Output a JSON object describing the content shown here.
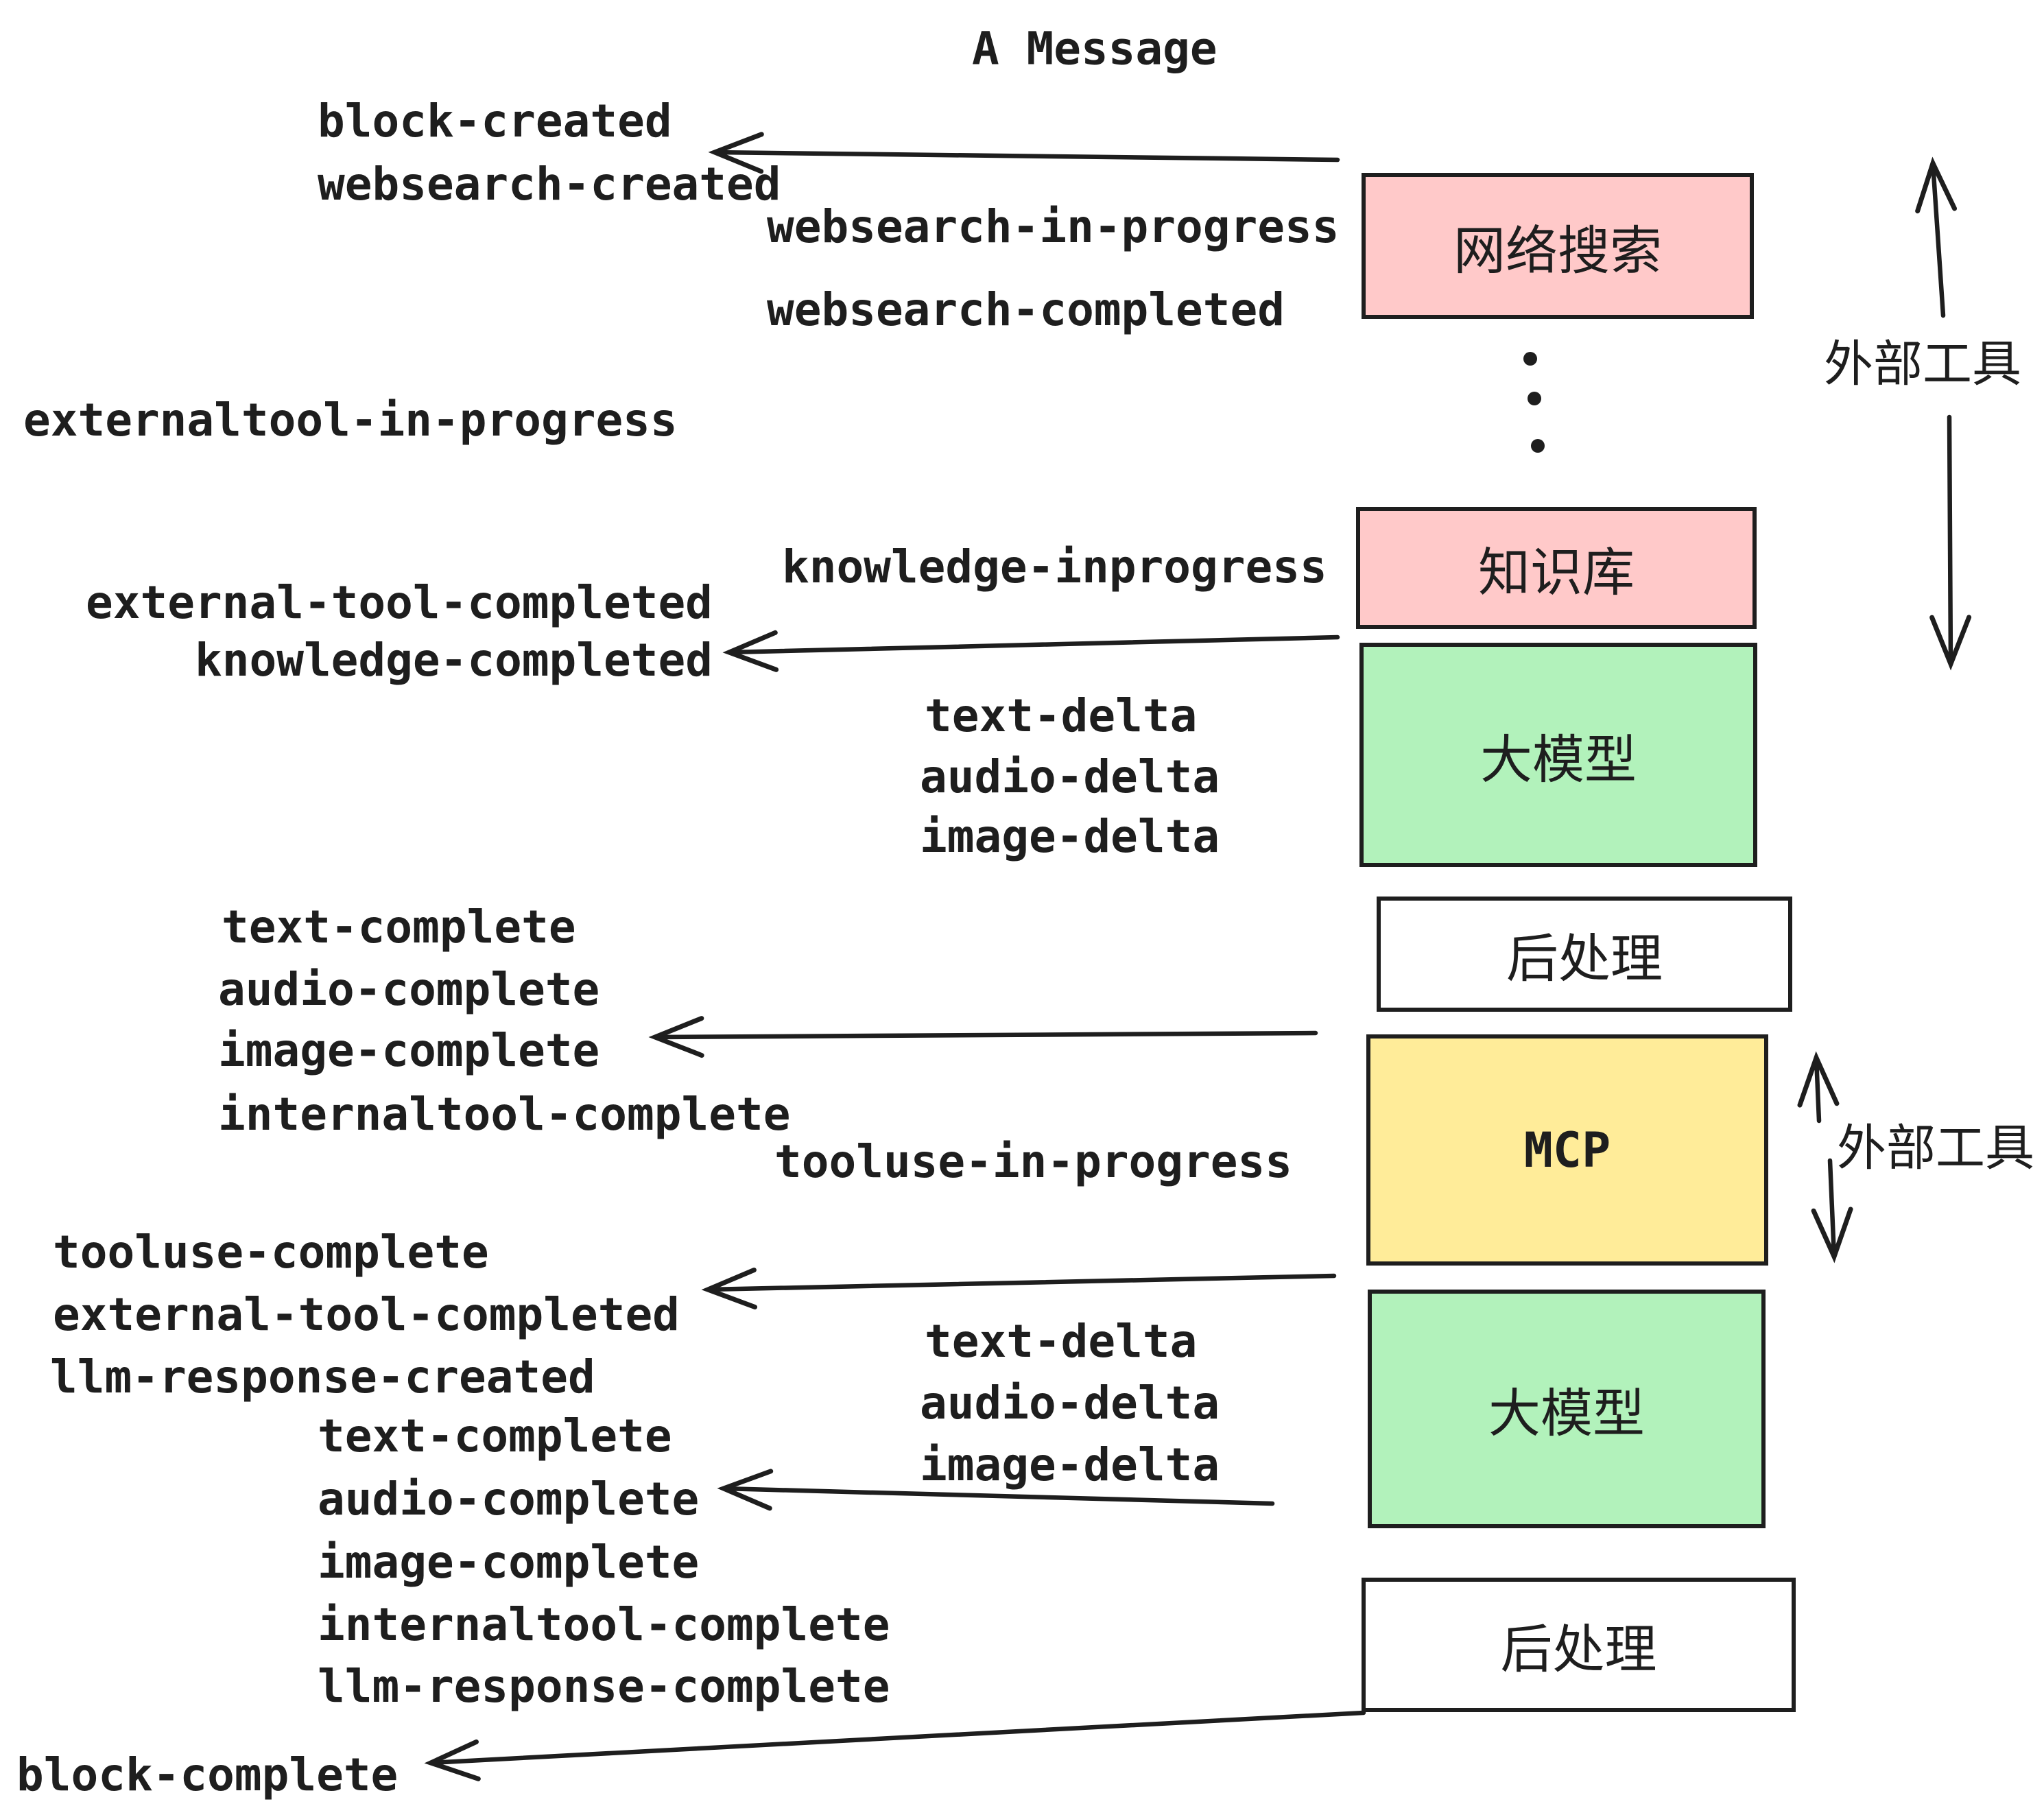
{
  "title": "A Message",
  "events": [
    {
      "id": "block-created",
      "label": "block-created"
    },
    {
      "id": "websearch-created",
      "label": "websearch-created"
    },
    {
      "id": "websearch-in-progress",
      "label": "websearch-in-progress"
    },
    {
      "id": "websearch-completed",
      "label": "websearch-completed"
    },
    {
      "id": "externaltool-in-progress",
      "label": "externaltool-in-progress"
    },
    {
      "id": "knowledge-inprogress",
      "label": "knowledge-inprogress"
    },
    {
      "id": "external-tool-completed-1",
      "label": "external-tool-completed"
    },
    {
      "id": "knowledge-completed",
      "label": "knowledge-completed"
    },
    {
      "id": "text-delta-1",
      "label": "text-delta"
    },
    {
      "id": "audio-delta-1",
      "label": "audio-delta"
    },
    {
      "id": "image-delta-1",
      "label": "image-delta"
    },
    {
      "id": "text-complete-1",
      "label": "text-complete"
    },
    {
      "id": "audio-complete-1",
      "label": "audio-complete"
    },
    {
      "id": "image-complete-1",
      "label": "image-complete"
    },
    {
      "id": "internaltool-complete-1",
      "label": "internaltool-complete"
    },
    {
      "id": "tooluse-in-progress",
      "label": "tooluse-in-progress"
    },
    {
      "id": "tooluse-complete",
      "label": "tooluse-complete"
    },
    {
      "id": "external-tool-completed-2",
      "label": "external-tool-completed"
    },
    {
      "id": "llm-response-created",
      "label": "llm-response-created"
    },
    {
      "id": "text-delta-2",
      "label": "text-delta"
    },
    {
      "id": "audio-delta-2",
      "label": "audio-delta"
    },
    {
      "id": "image-delta-2",
      "label": "image-delta"
    },
    {
      "id": "text-complete-2",
      "label": "text-complete"
    },
    {
      "id": "audio-complete-2",
      "label": "audio-complete"
    },
    {
      "id": "image-complete-2",
      "label": "image-complete"
    },
    {
      "id": "internaltool-complete-2",
      "label": "internaltool-complete"
    },
    {
      "id": "llm-response-complete",
      "label": "llm-response-complete"
    },
    {
      "id": "block-complete",
      "label": "block-complete"
    }
  ],
  "boxes": [
    {
      "id": "websearch",
      "label": "网络搜索",
      "fill": "#ffc9c9"
    },
    {
      "id": "knowledge",
      "label": "知识库",
      "fill": "#ffc9c9"
    },
    {
      "id": "llm-1",
      "label": "大模型",
      "fill": "#b2f2bb"
    },
    {
      "id": "postprocess-1",
      "label": "后处理",
      "fill": "#ffffff"
    },
    {
      "id": "mcp",
      "label": "MCP",
      "fill": "#ffec99"
    },
    {
      "id": "llm-2",
      "label": "大模型",
      "fill": "#b2f2bb"
    },
    {
      "id": "postprocess-2",
      "label": "后处理",
      "fill": "#ffffff"
    }
  ],
  "side_annotations": [
    {
      "id": "external-tools-top",
      "label": "外部工具"
    },
    {
      "id": "external-tools-mcp",
      "label": "外部工具"
    }
  ],
  "colors": {
    "stroke": "#1e1e1e",
    "pink": "#ffc9c9",
    "green": "#b2f2bb",
    "yellow": "#ffec99",
    "white": "#ffffff"
  }
}
